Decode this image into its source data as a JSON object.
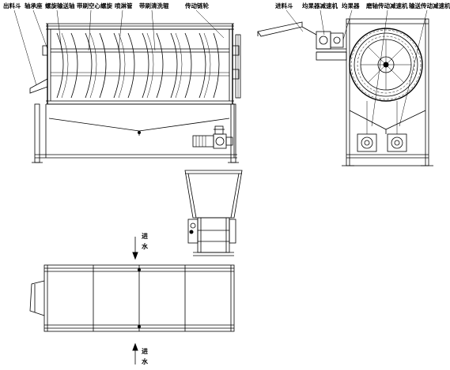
{
  "labels": {
    "discharge_hopper": "出料斗",
    "bearing_seat": "轴承座",
    "spiral_conveyor": "螺旋输送轴",
    "hollow_spiral": "带刷空心螺旋",
    "spray_pipe": "喷淋管",
    "clean_brush": "带刷清洗辊",
    "drive_chain": "传动链轮",
    "feed_hopper": "进料斗",
    "fruit_reducer": "均果器减速机",
    "fruit_uniformer": "均果器",
    "brush_reducer": "磨轴传动减速机",
    "conveyor_reducer": "输送传动减速机"
  },
  "water_in_top": {
    "line1": "进",
    "line2": "水"
  },
  "water_in_bottom": {
    "line1": "进",
    "line2": "水"
  }
}
